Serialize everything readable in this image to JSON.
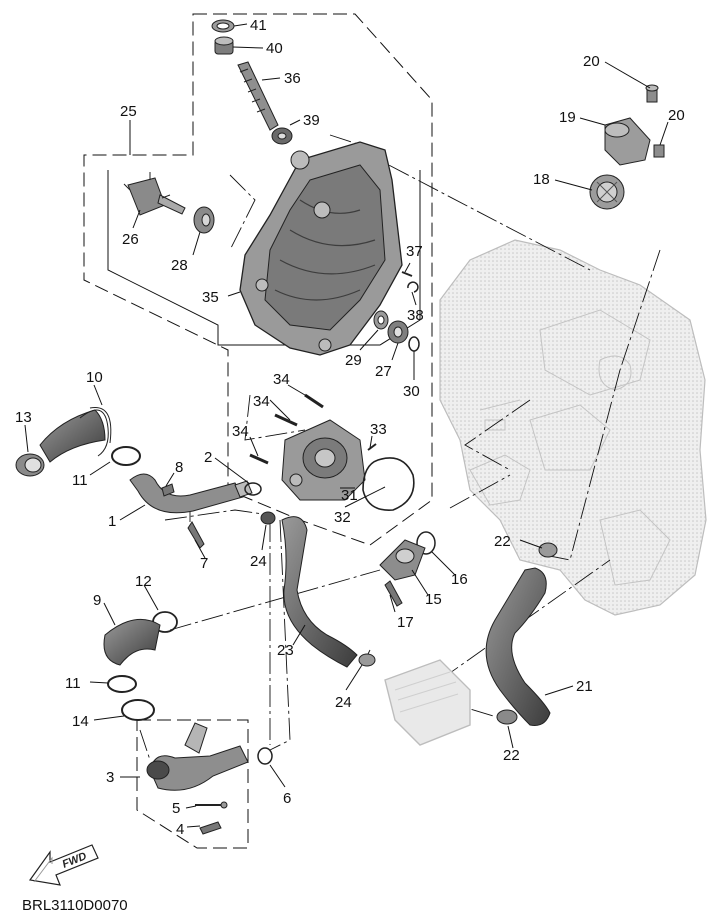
{
  "diagram_code": "BRL3110D0070",
  "direction_label": "FWD",
  "callouts": [
    {
      "id": "c41",
      "text": "41"
    },
    {
      "id": "c40",
      "text": "40"
    },
    {
      "id": "c36",
      "text": "36"
    },
    {
      "id": "c39",
      "text": "39"
    },
    {
      "id": "c25",
      "text": "25"
    },
    {
      "id": "c26",
      "text": "26"
    },
    {
      "id": "c28",
      "text": "28"
    },
    {
      "id": "c35",
      "text": "35"
    },
    {
      "id": "c37",
      "text": "37"
    },
    {
      "id": "c38",
      "text": "38"
    },
    {
      "id": "c29",
      "text": "29"
    },
    {
      "id": "c27",
      "text": "27"
    },
    {
      "id": "c30",
      "text": "30"
    },
    {
      "id": "c20a",
      "text": "20"
    },
    {
      "id": "c20b",
      "text": "20"
    },
    {
      "id": "c19",
      "text": "19"
    },
    {
      "id": "c18",
      "text": "18"
    },
    {
      "id": "c10",
      "text": "10"
    },
    {
      "id": "c13",
      "text": "13"
    },
    {
      "id": "c11a",
      "text": "11"
    },
    {
      "id": "c8",
      "text": "8"
    },
    {
      "id": "c2",
      "text": "2"
    },
    {
      "id": "c34a",
      "text": "34"
    },
    {
      "id": "c34b",
      "text": "34"
    },
    {
      "id": "c34c",
      "text": "34"
    },
    {
      "id": "c33",
      "text": "33"
    },
    {
      "id": "c31",
      "text": "31"
    },
    {
      "id": "c32",
      "text": "32"
    },
    {
      "id": "c1",
      "text": "1"
    },
    {
      "id": "c7",
      "text": "7"
    },
    {
      "id": "c24a",
      "text": "24"
    },
    {
      "id": "c16",
      "text": "16"
    },
    {
      "id": "c15",
      "text": "15"
    },
    {
      "id": "c17",
      "text": "17"
    },
    {
      "id": "c22a",
      "text": "22"
    },
    {
      "id": "c12",
      "text": "12"
    },
    {
      "id": "c9",
      "text": "9"
    },
    {
      "id": "c23",
      "text": "23"
    },
    {
      "id": "c11b",
      "text": "11"
    },
    {
      "id": "c14",
      "text": "14"
    },
    {
      "id": "c24b",
      "text": "24"
    },
    {
      "id": "c21",
      "text": "21"
    },
    {
      "id": "c22b",
      "text": "22"
    },
    {
      "id": "c3",
      "text": "3"
    },
    {
      "id": "c6",
      "text": "6"
    },
    {
      "id": "c5",
      "text": "5"
    },
    {
      "id": "c4",
      "text": "4"
    }
  ],
  "colors": {
    "ink": "#111111",
    "part_fill": "#8a8a8a",
    "part_dark": "#4d4d4d",
    "engine_fill": "#e6e6e6",
    "engine_line": "#b8b8b8"
  }
}
